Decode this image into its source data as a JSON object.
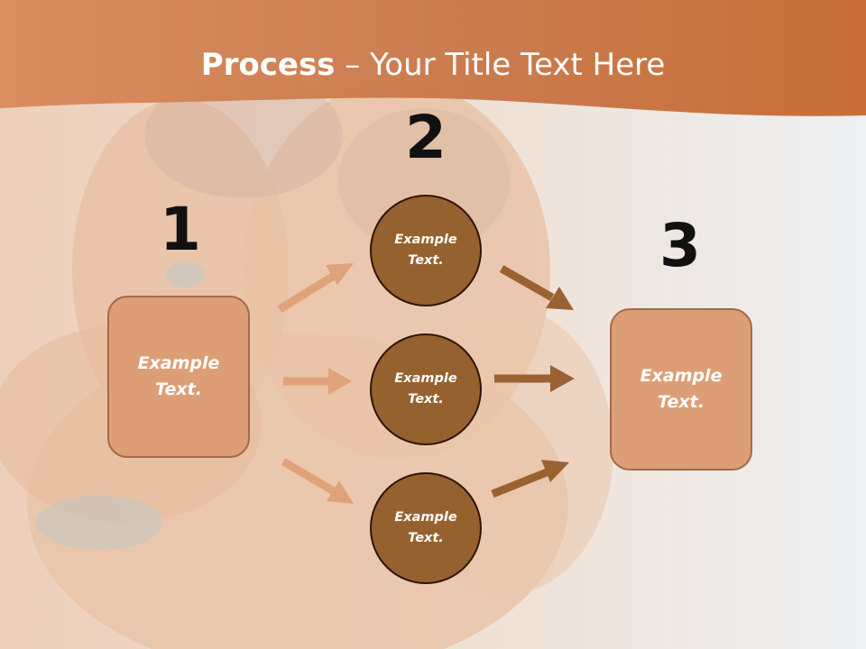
{
  "slide": {
    "title_bold": "Process",
    "title_rest": " – Your Title Text Here"
  },
  "steps": {
    "one": "1",
    "two": "2",
    "three": "3"
  },
  "left_box": {
    "label": "Example\nText."
  },
  "circles": [
    {
      "label": "Example\nText."
    },
    {
      "label": "Example\nText."
    },
    {
      "label": "Example\nText."
    }
  ],
  "right_box": {
    "label": "Example\nText."
  },
  "colors": {
    "header": "#c46a32",
    "box_fill": "#dd9e77",
    "circle_fill": "#95612f",
    "arrow_light": "#e0a27a",
    "arrow_dark": "#9a6232"
  }
}
